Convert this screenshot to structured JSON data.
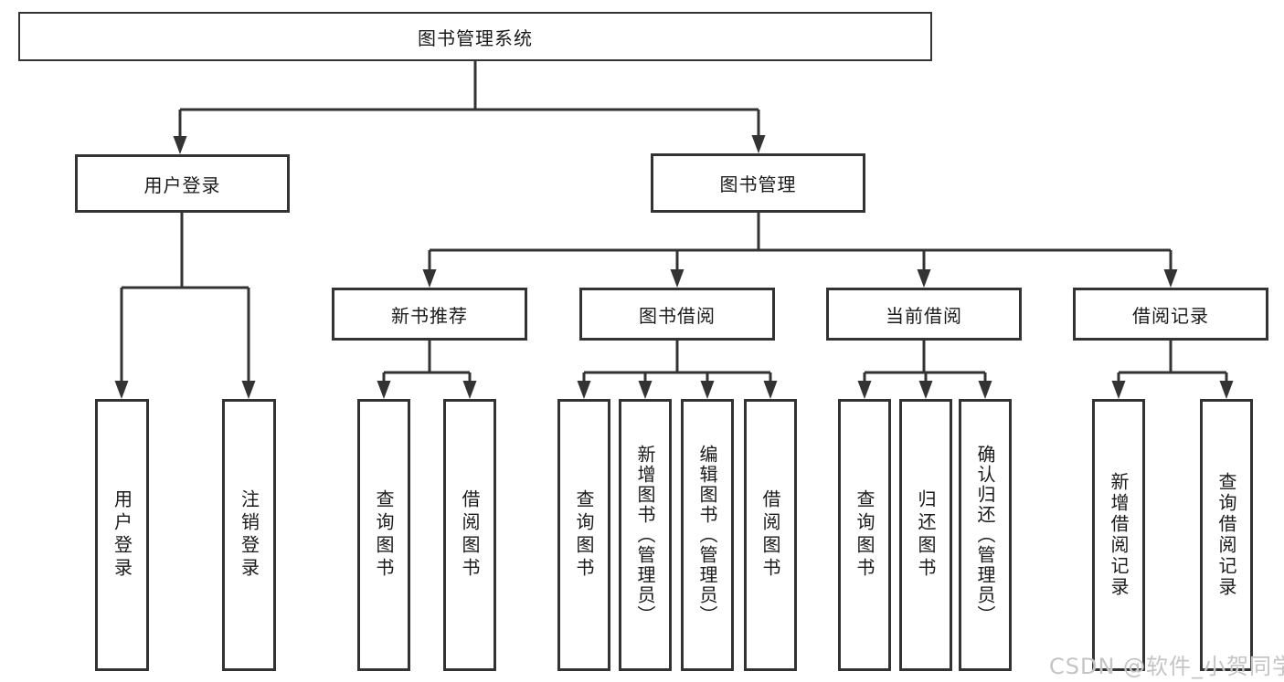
{
  "diagram": {
    "type": "hierarchy-tree",
    "background": "#ffffff",
    "line_color": "#333333",
    "text_color": "#1a1a1a",
    "watermark_color": "#c4c4c4",
    "watermark": "CSDN @软件_小贺同学",
    "nodes": {
      "root": "图书管理系统",
      "user_login": "用户登录",
      "book_management": "图书管理",
      "user_login_children": [
        "用户登录",
        "注销登录"
      ],
      "sections": [
        {
          "label": "新书推荐",
          "children": [
            "查询图书",
            "借阅图书"
          ]
        },
        {
          "label": "图书借阅",
          "children": [
            "查询图书",
            "新增图书（管理员）",
            "编辑图书（管理员）",
            "借阅图书"
          ]
        },
        {
          "label": "当前借阅",
          "children": [
            "查询图书",
            "归还图书",
            "确认归还（管理员）"
          ]
        },
        {
          "label": "借阅记录",
          "children": [
            "新增借阅记录",
            "查询借阅记录"
          ]
        }
      ]
    }
  }
}
